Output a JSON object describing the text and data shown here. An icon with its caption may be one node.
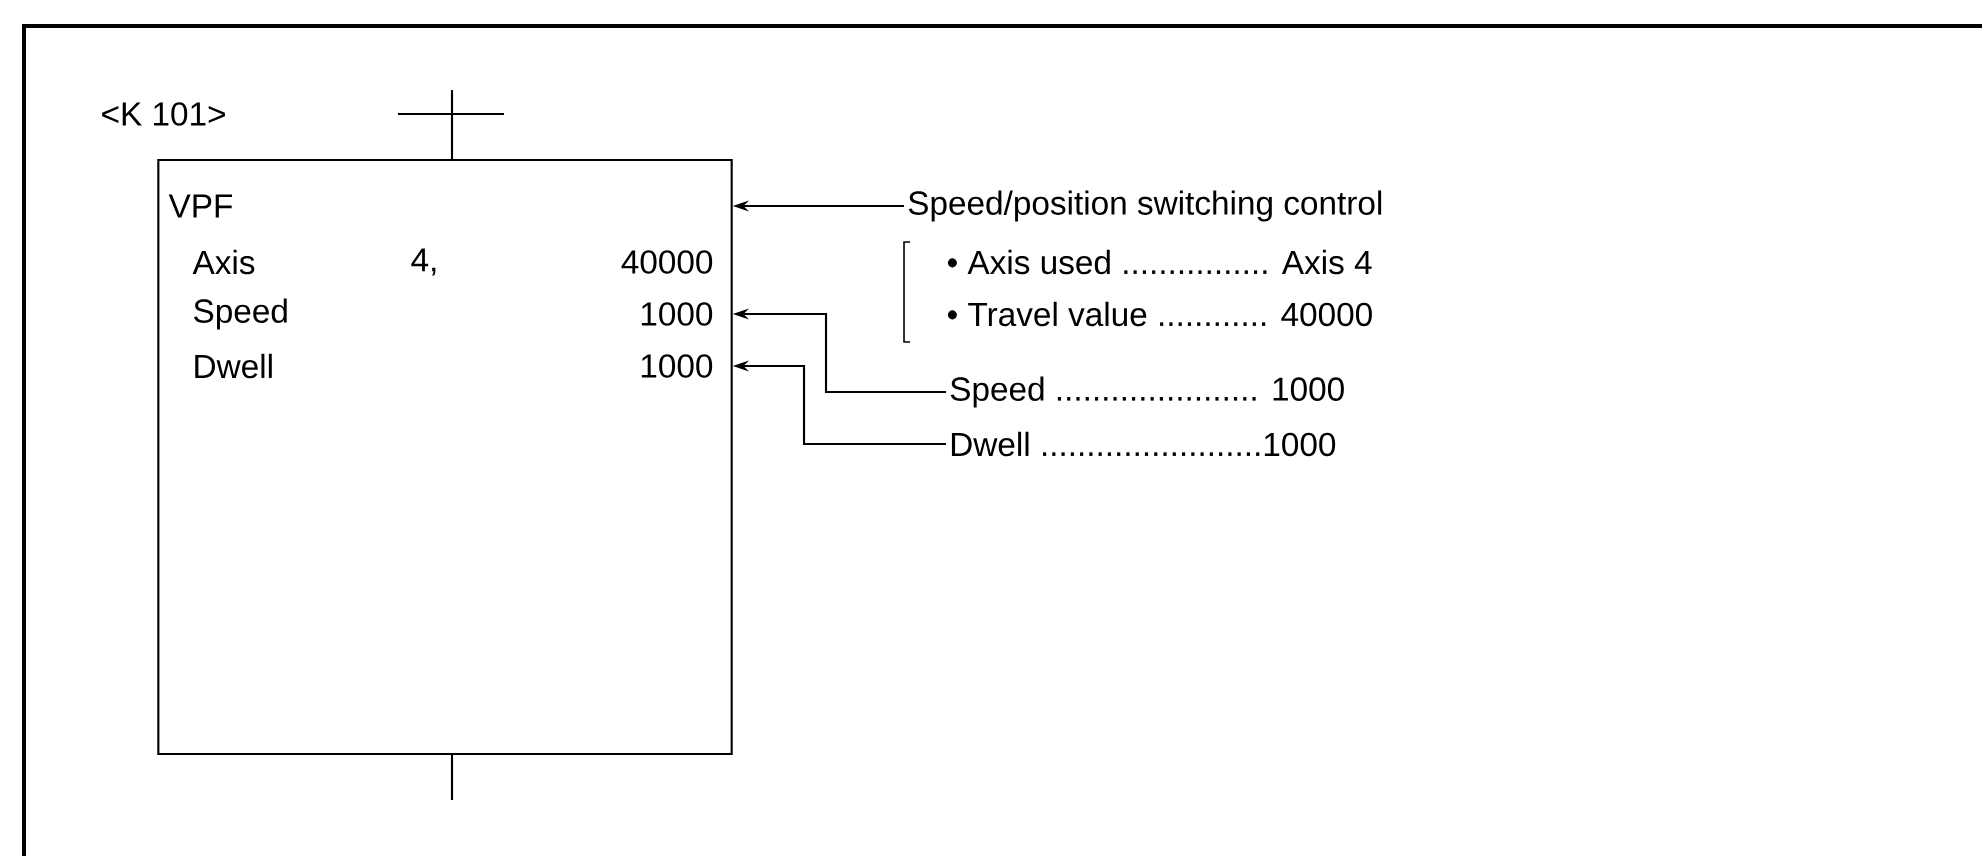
{
  "diagram": {
    "nodes": [
      {
        "text": [
          "VPF",
          "Axis",
          "4,",
          "40000",
          "Speed",
          "1000",
          "Dwell",
          "1000"
        ]
      },
      {
        "text": [
          "Speed/position switching control"
        ]
      },
      {
        "text": [
          "Speed ...................... 1000"
        ]
      },
      {
        "text": [
          "Dwell ........................1000"
        ]
      }
    ],
    "edges": [
      {
        "from": 1,
        "to": 0,
        "arrow": "to"
      },
      {
        "from": 2,
        "to": 0,
        "arrow": "to"
      },
      {
        "from": 3,
        "to": 0,
        "arrow": "to"
      }
    ],
    "labels": [
      "<K 101>",
      "• Axis used ................ Axis 4",
      "• Travel value ............ 40000"
    ]
  }
}
